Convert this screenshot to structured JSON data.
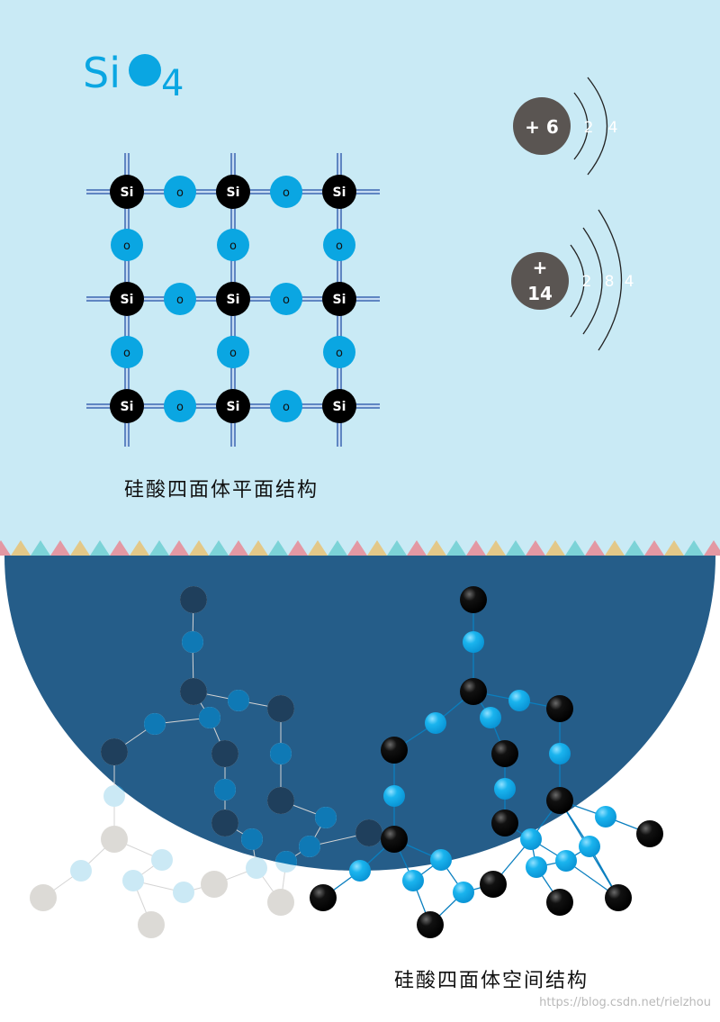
{
  "formula": {
    "element": "Si",
    "subscript": "4"
  },
  "colors": {
    "sky": "#c9eaf5",
    "deep": "#255d89",
    "oxygen": "#0aa6e2",
    "silicon": "#000000",
    "nucleus": "#5a5552",
    "bond": "#7aa6d6",
    "zigzag": [
      "#e88a94",
      "#e8c274",
      "#6fcfd1"
    ]
  },
  "atom_labels": {
    "si": "Si",
    "o": "O"
  },
  "oxygen_atom": {
    "nucleus": "+ 6",
    "shells": [
      "2",
      "4"
    ]
  },
  "silicon_atom": {
    "nucleus_sign": "+",
    "nucleus_number": "14",
    "shells": [
      "2",
      "8",
      "4"
    ]
  },
  "captions": {
    "planar": "硅酸四面体平面结构",
    "spatial": "硅酸四面体空间结构"
  },
  "watermark": "https://blog.csdn.net/rielzhou"
}
